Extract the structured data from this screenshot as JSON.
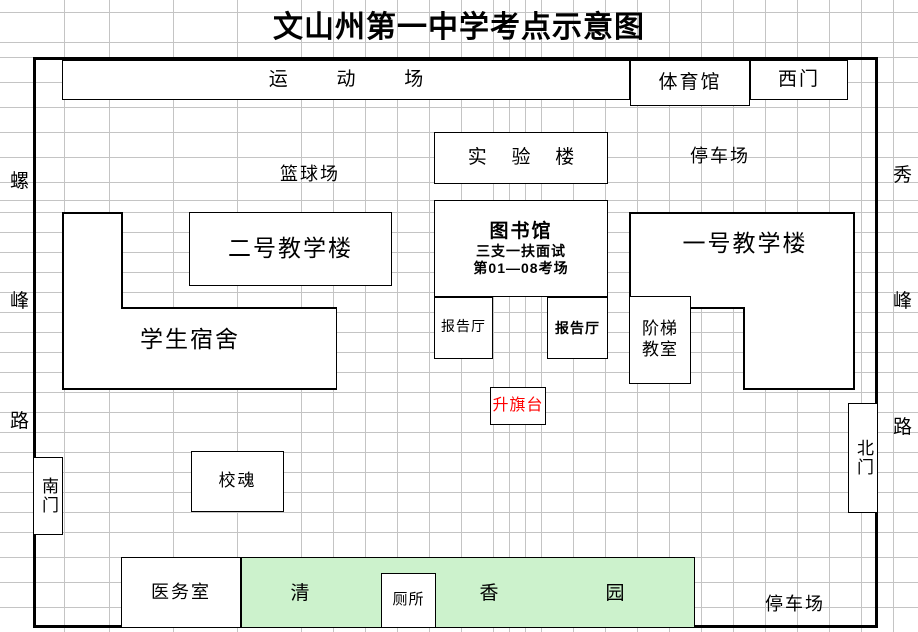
{
  "title": "文山州第一中学考点示意图",
  "roads": {
    "left": {
      "name": "螺峰路",
      "chars": [
        "螺",
        "峰",
        "路"
      ]
    },
    "right": {
      "name": "秀峰路",
      "chars": [
        "秀",
        "峰",
        "路"
      ]
    }
  },
  "gates": [
    {
      "id": "west-gate",
      "label": "西门"
    },
    {
      "id": "south-gate",
      "label": "南门"
    },
    {
      "id": "north-gate",
      "label": "北门"
    }
  ],
  "buildings": [
    {
      "id": "sports-field",
      "label": "运 动 场"
    },
    {
      "id": "gymnasium",
      "label": "体育馆"
    },
    {
      "id": "basketball-court",
      "label": "篮球场"
    },
    {
      "id": "lab-building",
      "label": "实 验 楼"
    },
    {
      "id": "parking-lot-north",
      "label": "停车场"
    },
    {
      "id": "teaching-building-2",
      "label": "二号教学楼"
    },
    {
      "id": "teaching-building-1",
      "label": "一号教学楼"
    },
    {
      "id": "student-dorm",
      "label": "学生宿舍"
    },
    {
      "id": "library",
      "label": "图书馆"
    },
    {
      "id": "lecture-hall-left",
      "label": "报告厅"
    },
    {
      "id": "lecture-hall-right",
      "label": "报告厅"
    },
    {
      "id": "stepped-classroom",
      "label": "阶梯\n教室"
    },
    {
      "id": "flag-platform",
      "label": "升旗台"
    },
    {
      "id": "school-spirit",
      "label": "校魂"
    },
    {
      "id": "clinic",
      "label": "医务室"
    },
    {
      "id": "restroom",
      "label": "厕所"
    },
    {
      "id": "parking-lot-south",
      "label": "停车场"
    }
  ],
  "library_detail": {
    "name": "图书馆",
    "exam_program": "三支一扶面试",
    "exam_rooms": "第01—08考场"
  },
  "stepped_classroom_lines": [
    "阶梯",
    "教室"
  ],
  "garden": {
    "id": "fragrant-garden",
    "chars": [
      "清",
      "香",
      "园"
    ],
    "full_label": "清香园",
    "fill_color": "#ccf2cc"
  },
  "colors": {
    "grid": "#c4c4c4",
    "frame": "#000000",
    "building_border": "#000000",
    "flag_platform_text": "#ff0000",
    "garden_fill": "#ccf2cc",
    "background": "#ffffff"
  }
}
